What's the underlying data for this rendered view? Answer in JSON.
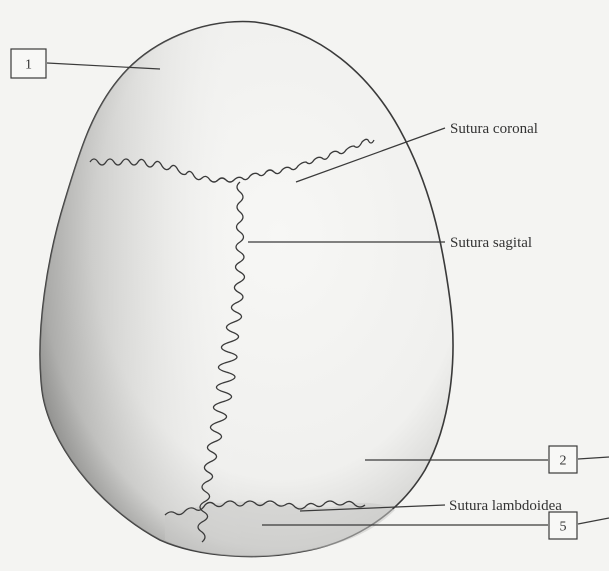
{
  "diagram": {
    "labels": {
      "coronal": "Sutura coronal",
      "sagital": "Sutura sagital",
      "lambdoidea": "Sutura lambdoidea"
    },
    "numbered_boxes": {
      "box1": "1",
      "box2": "2",
      "box5": "5"
    }
  },
  "colors": {
    "background": "#f4f4f2",
    "ink": "#3a3a3a",
    "shading": "#8c8c8c"
  }
}
